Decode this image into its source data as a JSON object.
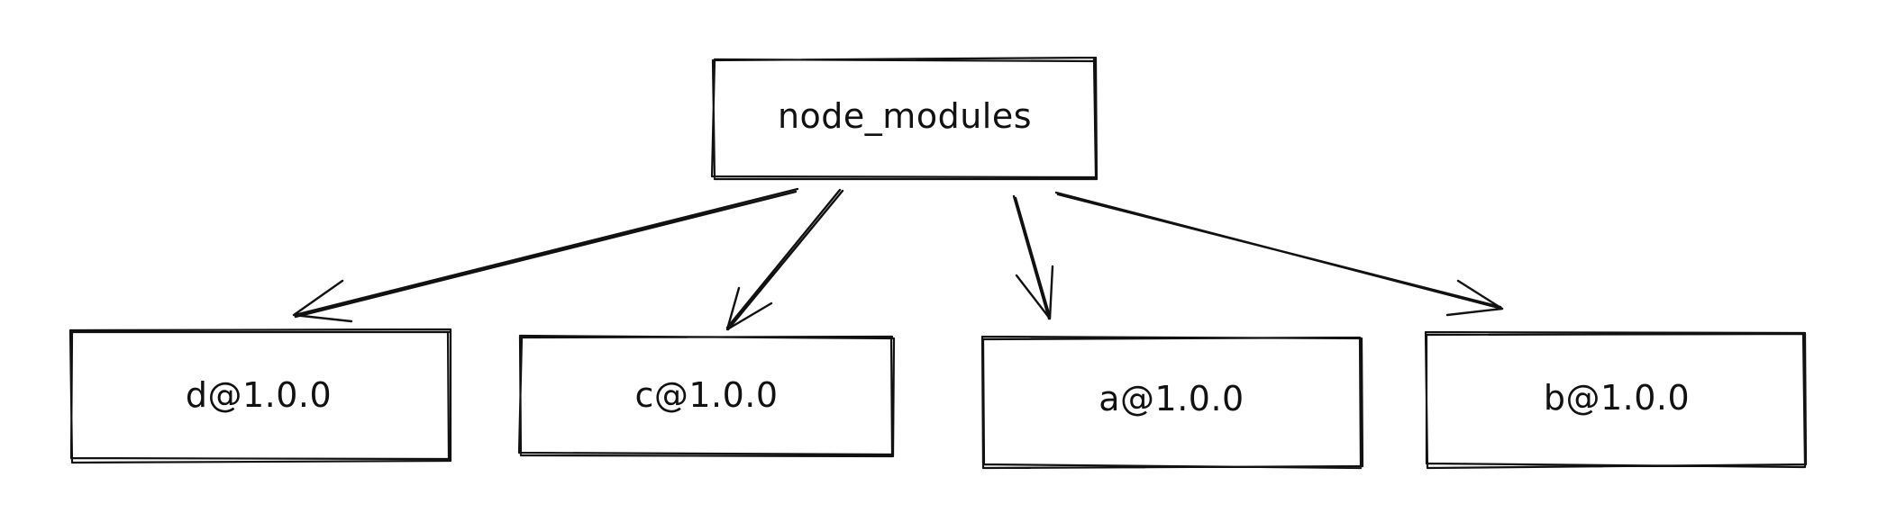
{
  "diagram": {
    "root": {
      "label": "node_modules"
    },
    "children": [
      {
        "label": "d@1.0.0"
      },
      {
        "label": "c@1.0.0"
      },
      {
        "label": "a@1.0.0"
      },
      {
        "label": "b@1.0.0"
      }
    ]
  }
}
